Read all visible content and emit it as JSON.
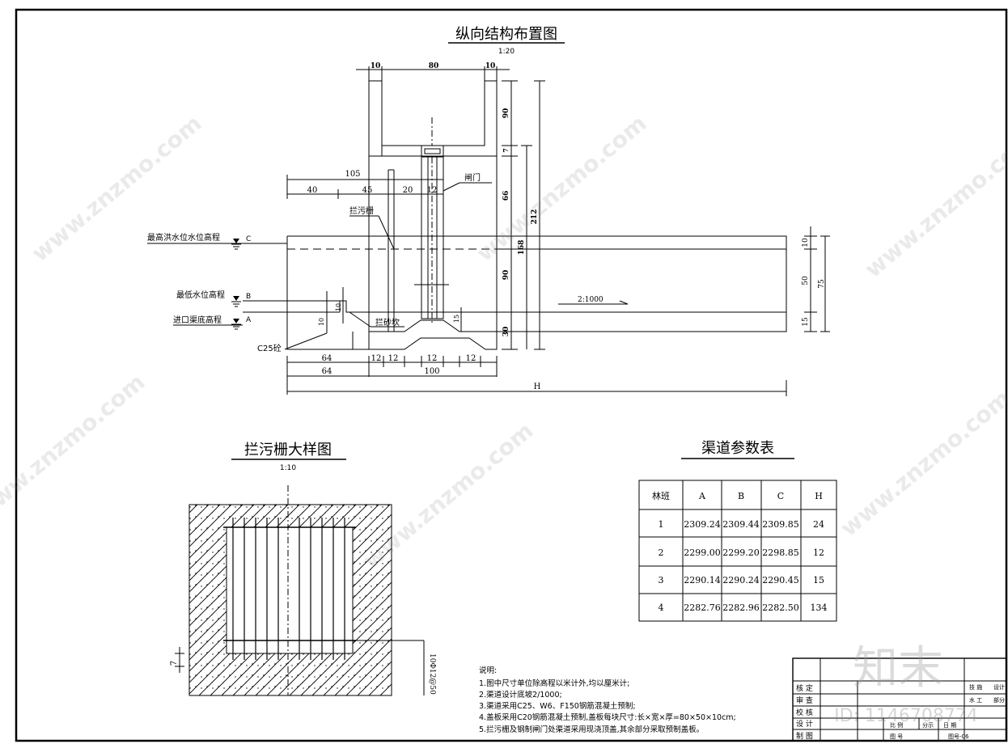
{
  "main_view": {
    "title": "纵向结构布置图",
    "scale": "1:20",
    "dim_top": [
      "10",
      "80",
      "10"
    ],
    "dim_right_gate": [
      "90",
      "7",
      "66",
      "90",
      "30"
    ],
    "dim_212": "212",
    "dim_168": "168",
    "dim_105": "105",
    "dim_row2": [
      "40",
      "45",
      "20",
      "12"
    ],
    "gate_label": "闸门",
    "trash_rack_label": "拦污栅",
    "sand_sill_label": "拦砂坎",
    "c25_label": "C25砼",
    "level_c_label": "最高洪水位水位高程",
    "level_c_letter": "C",
    "level_b_label": "最低水位高程",
    "level_b_letter": "B",
    "level_a_label": "进口渠底高程",
    "level_a_letter": "A",
    "dim_10_a": "10",
    "dim_10_b": "10",
    "dim_15_sill": "15",
    "slope_label": "2:1000",
    "dim_right_channel": [
      "10",
      "50",
      "15"
    ],
    "dim_75": "75",
    "dim_bottom1": [
      "64",
      "12",
      "12",
      "12",
      "12"
    ],
    "dim_bottom2": [
      "64",
      "100"
    ],
    "dim_H": "H"
  },
  "rack_detail": {
    "title": "拦污栅大样图",
    "scale": "1:10",
    "dim_left": "7",
    "bar_label": "10Ф12@50"
  },
  "param_table": {
    "title": "渠道参数表",
    "headers": [
      "林班",
      "A",
      "B",
      "C",
      "H"
    ],
    "rows": [
      [
        "1",
        "2309.24",
        "2309.44",
        "2309.85",
        "24"
      ],
      [
        "2",
        "2299.00",
        "2299.20",
        "2298.85",
        "12"
      ],
      [
        "3",
        "2290.14",
        "2290.24",
        "2290.45",
        "15"
      ],
      [
        "4",
        "2282.76",
        "2282.96",
        "2282.50",
        "134"
      ]
    ]
  },
  "notes": {
    "heading": "说明:",
    "items": [
      "1.图中尺寸单位除高程以米计外,均以厘米计;",
      "2.渠道设计底坡2/1000;",
      "3.渠道采用C25、W6、F150钢筋混凝土预制;",
      "4.盖板采用C20钢筋混凝土预制,盖板每块尺寸:长×宽×厚=80×50×10cm;",
      "5.拦污栅及钢制闸门处渠道采用现浇顶盖,其余部分采取预制盖板。"
    ]
  },
  "title_block": {
    "row_labels": [
      "核 定",
      "审 查",
      "校 核",
      "设 计",
      "制 图"
    ],
    "right_top": [
      "技 施",
      "设计"
    ],
    "right_mid": [
      "水 工",
      "部分"
    ],
    "mid_row": [
      "比 例",
      "分示",
      "日 期"
    ],
    "bottom_row": [
      "图 号",
      "图号-06"
    ]
  },
  "watermark": {
    "site": "www.znzmo.com",
    "logo_text": "知末",
    "id_text": "ID: 1146708774"
  }
}
